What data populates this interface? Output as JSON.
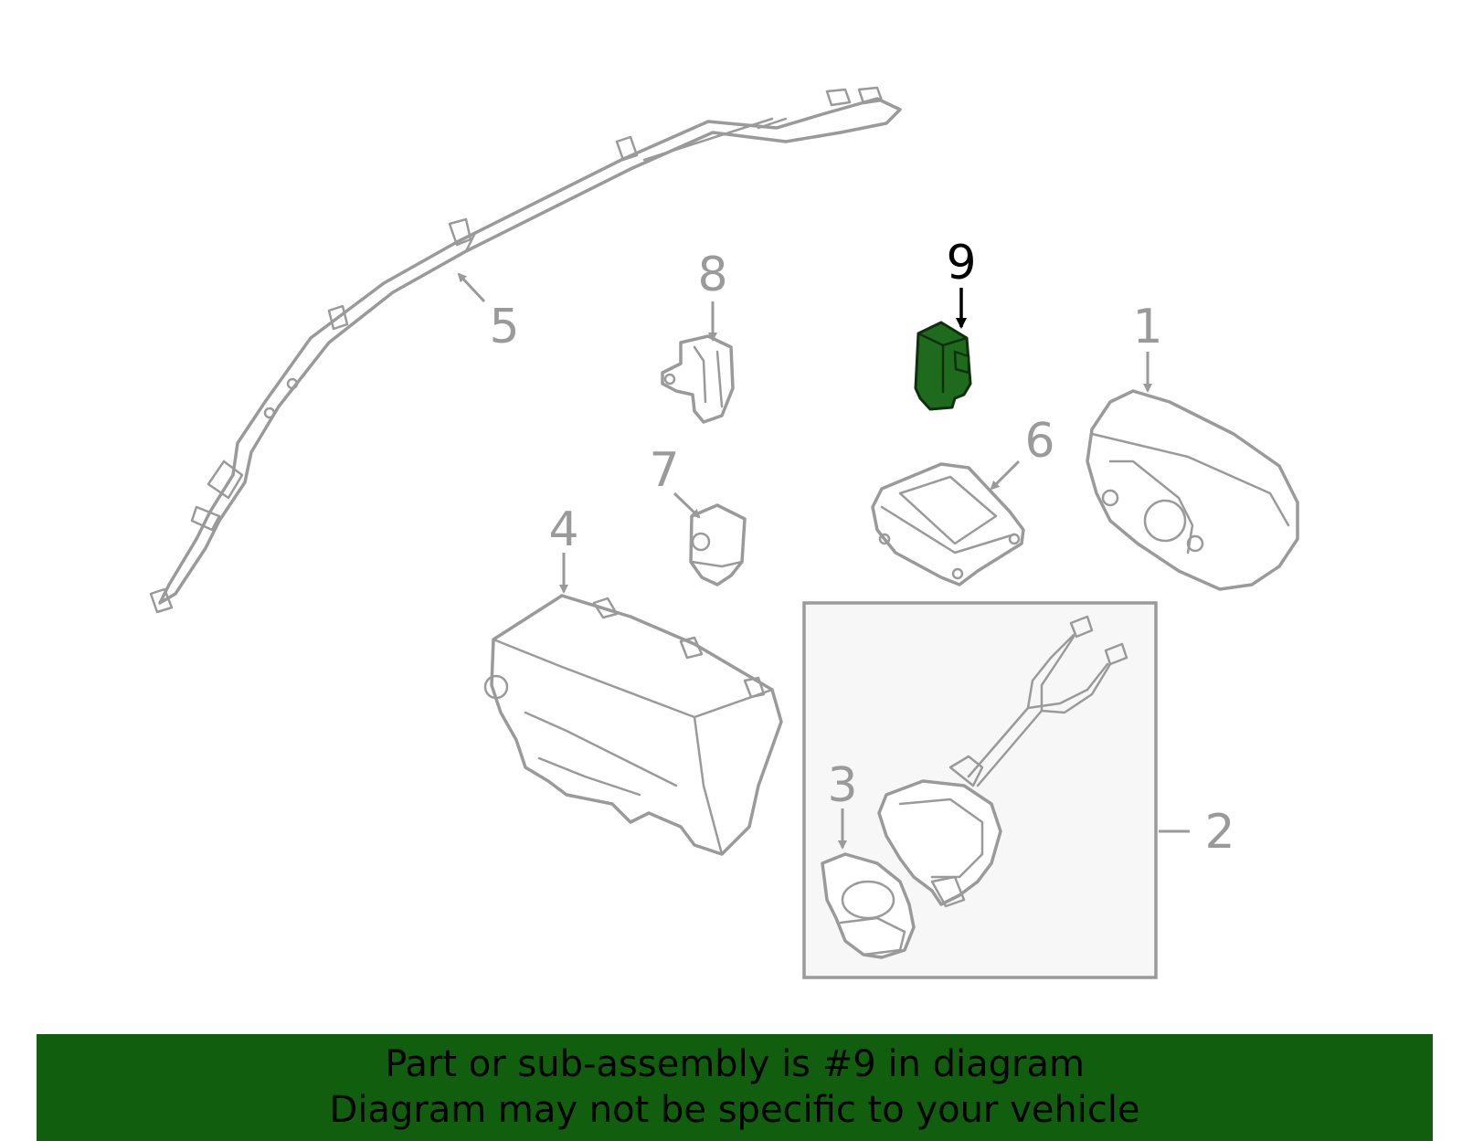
{
  "callouts": {
    "c1": "1",
    "c2": "2",
    "c3": "3",
    "c4": "4",
    "c5": "5",
    "c6": "6",
    "c7": "7",
    "c8": "8",
    "c9": "9"
  },
  "banner": {
    "line1": "Part or sub-assembly is #9 in diagram",
    "line2": "Diagram may not be specific to your vehicle"
  },
  "colors": {
    "highlight": "#1e6b1e",
    "banner": "#115e0e",
    "linework": "#9a9a9a"
  }
}
